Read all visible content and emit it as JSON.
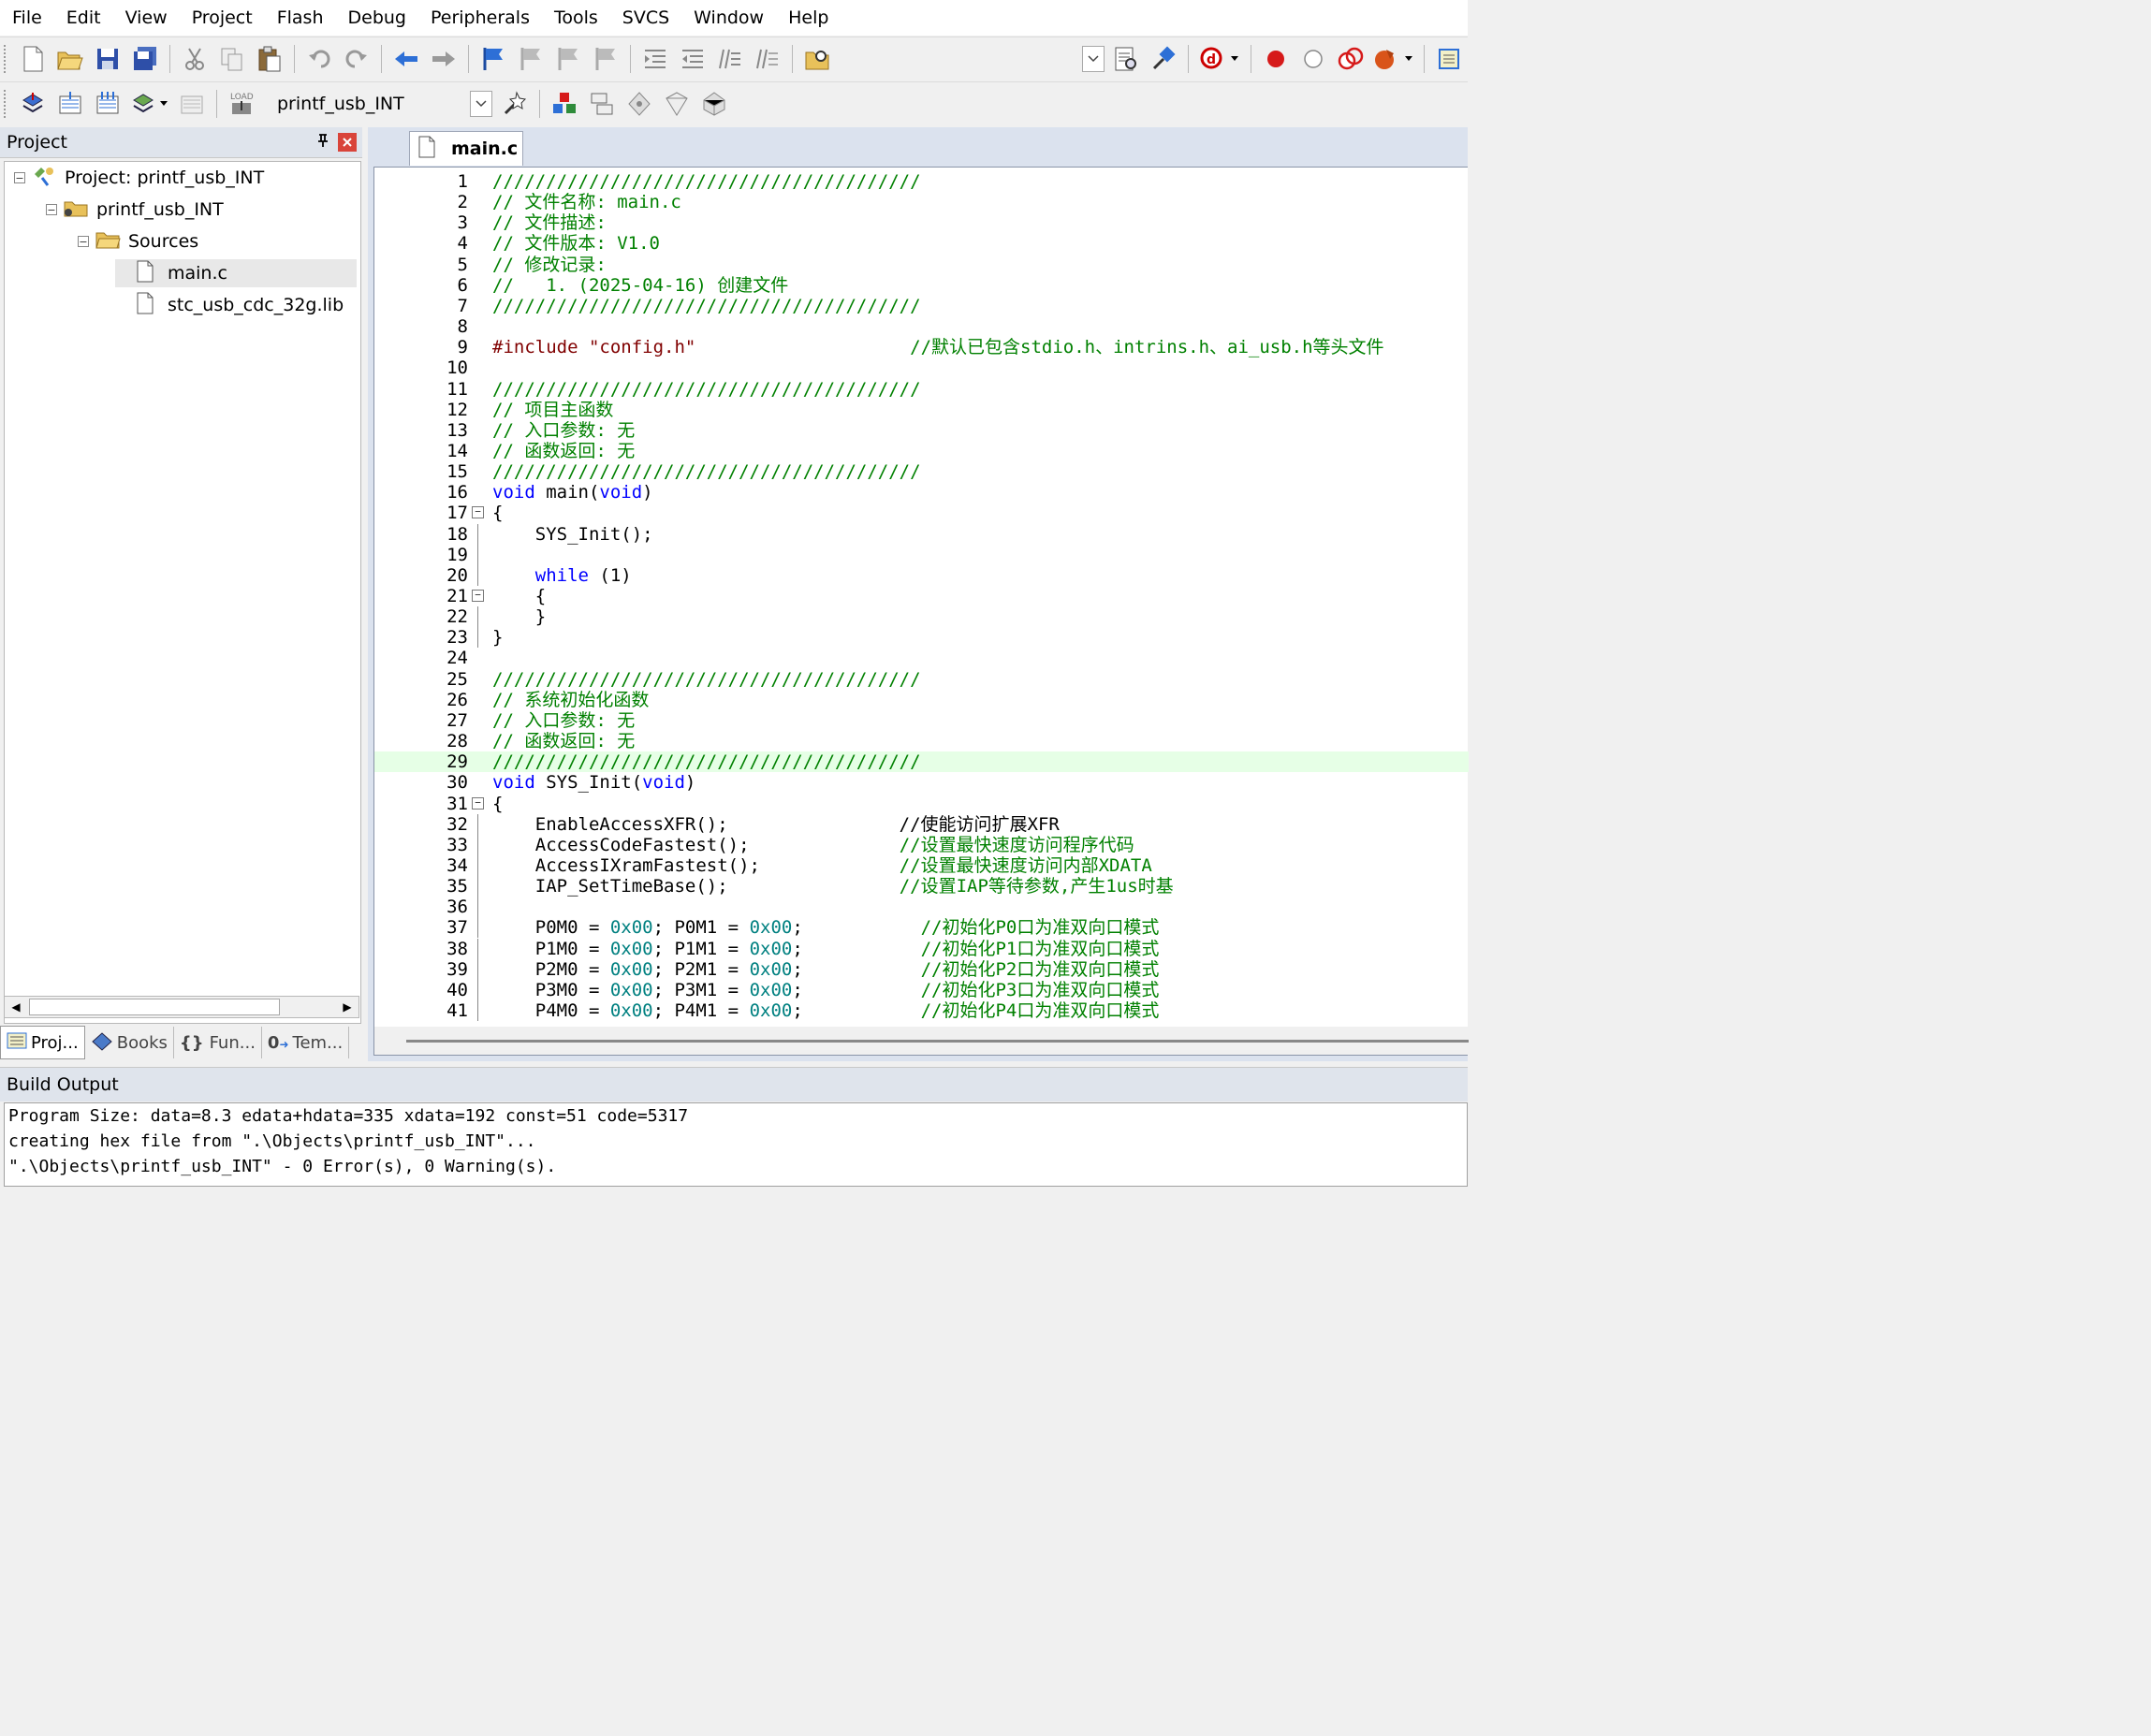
{
  "menu": [
    "File",
    "Edit",
    "View",
    "Project",
    "Flash",
    "Debug",
    "Peripherals",
    "Tools",
    "SVCS",
    "Window",
    "Help"
  ],
  "toolbar": {
    "target_name": "printf_usb_INT"
  },
  "project_panel": {
    "title": "Project",
    "pin_icon": "📌",
    "close_label": "✕",
    "tree": [
      {
        "label": "Project: printf_usb_INT",
        "icon": "project-icon",
        "expander": "−"
      },
      {
        "label": "printf_usb_INT",
        "icon": "target-folder-icon",
        "expander": "−"
      },
      {
        "label": "Sources",
        "icon": "folder-icon",
        "expander": "−"
      },
      {
        "label": "main.c",
        "icon": "file-icon"
      },
      {
        "label": "stc_usb_cdc_32g.lib",
        "icon": "file-icon"
      }
    ],
    "bottom_tabs": [
      "Proj...",
      "Books",
      "Fun...",
      "Tem..."
    ]
  },
  "editor": {
    "active_tab": "main.c",
    "highlighted_line": 29,
    "lines": [
      {
        "n": "1",
        "t": [
          {
            "c": "cm",
            "s": "////////////////////////////////////////"
          }
        ]
      },
      {
        "n": "2",
        "t": [
          {
            "c": "cm",
            "s": "// 文件名称: main.c"
          }
        ]
      },
      {
        "n": "3",
        "t": [
          {
            "c": "cm",
            "s": "// 文件描述:"
          }
        ]
      },
      {
        "n": "4",
        "t": [
          {
            "c": "cm",
            "s": "// 文件版本: V1.0"
          }
        ]
      },
      {
        "n": "5",
        "t": [
          {
            "c": "cm",
            "s": "// 修改记录:"
          }
        ]
      },
      {
        "n": "6",
        "t": [
          {
            "c": "cm",
            "s": "//   1. (2025-04-16) 创建文件"
          }
        ]
      },
      {
        "n": "7",
        "t": [
          {
            "c": "cm",
            "s": "////////////////////////////////////////"
          }
        ]
      },
      {
        "n": "8",
        "t": []
      },
      {
        "n": "9",
        "t": [
          {
            "c": "pp",
            "s": "#include \"config.h\""
          },
          {
            "c": "",
            "s": "                    "
          },
          {
            "c": "cm",
            "s": "//默认已包含stdio.h、intrins.h、ai_usb.h等头文件"
          }
        ]
      },
      {
        "n": "10",
        "t": []
      },
      {
        "n": "11",
        "t": [
          {
            "c": "cm",
            "s": "////////////////////////////////////////"
          }
        ]
      },
      {
        "n": "12",
        "t": [
          {
            "c": "cm",
            "s": "// 项目主函数"
          }
        ]
      },
      {
        "n": "13",
        "t": [
          {
            "c": "cm",
            "s": "// 入口参数: 无"
          }
        ]
      },
      {
        "n": "14",
        "t": [
          {
            "c": "cm",
            "s": "// 函数返回: 无"
          }
        ]
      },
      {
        "n": "15",
        "t": [
          {
            "c": "cm",
            "s": "////////////////////////////////////////"
          }
        ]
      },
      {
        "n": "16",
        "t": [
          {
            "c": "kw",
            "s": "void"
          },
          {
            "c": "",
            "s": " main("
          },
          {
            "c": "kw",
            "s": "void"
          },
          {
            "c": "",
            "s": ")"
          }
        ]
      },
      {
        "n": "17",
        "fold": "open",
        "t": [
          {
            "c": "",
            "s": "{"
          }
        ]
      },
      {
        "n": "18",
        "fold": "line",
        "t": [
          {
            "c": "",
            "s": "    SYS_Init();"
          }
        ]
      },
      {
        "n": "19",
        "fold": "line",
        "t": []
      },
      {
        "n": "20",
        "fold": "line",
        "t": [
          {
            "c": "",
            "s": "    "
          },
          {
            "c": "kw",
            "s": "while"
          },
          {
            "c": "",
            "s": " (1)"
          }
        ]
      },
      {
        "n": "21",
        "fold": "open",
        "t": [
          {
            "c": "",
            "s": "    {"
          }
        ]
      },
      {
        "n": "22",
        "fold": "line",
        "t": [
          {
            "c": "",
            "s": "    }"
          }
        ]
      },
      {
        "n": "23",
        "fold": "line",
        "t": [
          {
            "c": "",
            "s": "}"
          }
        ]
      },
      {
        "n": "24",
        "t": []
      },
      {
        "n": "25",
        "t": [
          {
            "c": "cm",
            "s": "////////////////////////////////////////"
          }
        ]
      },
      {
        "n": "26",
        "t": [
          {
            "c": "cm",
            "s": "// 系统初始化函数"
          }
        ]
      },
      {
        "n": "27",
        "t": [
          {
            "c": "cm",
            "s": "// 入口参数: 无"
          }
        ]
      },
      {
        "n": "28",
        "t": [
          {
            "c": "cm",
            "s": "// 函数返回: 无"
          }
        ]
      },
      {
        "n": "29",
        "t": [
          {
            "c": "cm",
            "s": "////////////////////////////////////////"
          }
        ]
      },
      {
        "n": "30",
        "t": [
          {
            "c": "kw",
            "s": "void"
          },
          {
            "c": "",
            "s": " SYS_Init("
          },
          {
            "c": "kw",
            "s": "void"
          },
          {
            "c": "",
            "s": ")"
          }
        ]
      },
      {
        "n": "31",
        "fold": "open",
        "t": [
          {
            "c": "",
            "s": "{"
          }
        ]
      },
      {
        "n": "32",
        "fold": "line",
        "t": [
          {
            "c": "",
            "s": "    EnableAccessXFR();                //使能访问扩展XFR"
          }
        ]
      },
      {
        "n": "33",
        "fold": "line",
        "t": [
          {
            "c": "",
            "s": "    AccessCodeFastest();              "
          },
          {
            "c": "cm",
            "s": "//设置最快速度访问程序代码"
          }
        ]
      },
      {
        "n": "34",
        "fold": "line",
        "t": [
          {
            "c": "",
            "s": "    AccessIXramFastest();             "
          },
          {
            "c": "cm",
            "s": "//设置最快速度访问内部XDATA"
          }
        ]
      },
      {
        "n": "35",
        "fold": "line",
        "t": [
          {
            "c": "",
            "s": "    IAP_SetTimeBase();                "
          },
          {
            "c": "cm",
            "s": "//设置IAP等待参数,产生1us时基"
          }
        ]
      },
      {
        "n": "36",
        "fold": "line",
        "t": []
      },
      {
        "n": "37",
        "fold": "line",
        "t": [
          {
            "c": "",
            "s": "    P0M0 = "
          },
          {
            "c": "num",
            "s": "0x00"
          },
          {
            "c": "",
            "s": "; P0M1 = "
          },
          {
            "c": "num",
            "s": "0x00"
          },
          {
            "c": "",
            "s": ";           "
          },
          {
            "c": "cm",
            "s": "//初始化P0口为准双向口模式"
          }
        ]
      },
      {
        "n": "38",
        "fold": "line",
        "t": [
          {
            "c": "",
            "s": "    P1M0 = "
          },
          {
            "c": "num",
            "s": "0x00"
          },
          {
            "c": "",
            "s": "; P1M1 = "
          },
          {
            "c": "num",
            "s": "0x00"
          },
          {
            "c": "",
            "s": ";           "
          },
          {
            "c": "cm",
            "s": "//初始化P1口为准双向口模式"
          }
        ]
      },
      {
        "n": "39",
        "fold": "line",
        "t": [
          {
            "c": "",
            "s": "    P2M0 = "
          },
          {
            "c": "num",
            "s": "0x00"
          },
          {
            "c": "",
            "s": "; P2M1 = "
          },
          {
            "c": "num",
            "s": "0x00"
          },
          {
            "c": "",
            "s": ";           "
          },
          {
            "c": "cm",
            "s": "//初始化P2口为准双向口模式"
          }
        ]
      },
      {
        "n": "40",
        "fold": "line",
        "t": [
          {
            "c": "",
            "s": "    P3M0 = "
          },
          {
            "c": "num",
            "s": "0x00"
          },
          {
            "c": "",
            "s": "; P3M1 = "
          },
          {
            "c": "num",
            "s": "0x00"
          },
          {
            "c": "",
            "s": ";           "
          },
          {
            "c": "cm",
            "s": "//初始化P3口为准双向口模式"
          }
        ]
      },
      {
        "n": "41",
        "fold": "line",
        "t": [
          {
            "c": "",
            "s": "    P4M0 = "
          },
          {
            "c": "num",
            "s": "0x00"
          },
          {
            "c": "",
            "s": "; P4M1 = "
          },
          {
            "c": "num",
            "s": "0x00"
          },
          {
            "c": "",
            "s": ";           "
          },
          {
            "c": "cm",
            "s": "//初始化P4口为准双向口模式"
          }
        ]
      }
    ]
  },
  "build_output": {
    "title": "Build Output",
    "lines": [
      "Program Size: data=8.3 edata+hdata=335 xdata=192 const=51 code=5317",
      "creating hex file from \".\\Objects\\printf_usb_INT\"...",
      "\".\\Objects\\printf_usb_INT\" - 0 Error(s), 0 Warning(s)."
    ]
  }
}
